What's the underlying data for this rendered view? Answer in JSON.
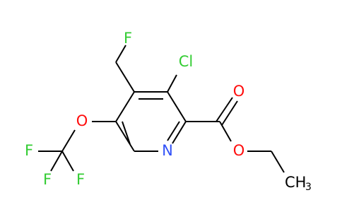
{
  "molecule": {
    "atoms": {
      "fluoromethyl_f": {
        "label": "F",
        "color": "#33cc33"
      },
      "chloro_cl": {
        "label": "Cl",
        "color": "#33cc33"
      },
      "carbonyl_o": {
        "label": "O",
        "color": "#ff0d0d"
      },
      "ether_o": {
        "label": "O",
        "color": "#ff0d0d"
      },
      "ethyl_ch3": {
        "label": "CH",
        "subscript": "3",
        "color": "#000000"
      },
      "ring_n": {
        "label": "N",
        "color": "#3050f8"
      },
      "ocf3_o": {
        "label": "O",
        "color": "#ff0d0d"
      },
      "cf3_f_top": {
        "label": "F",
        "color": "#33cc33"
      },
      "cf3_f_left": {
        "label": "F",
        "color": "#33cc33"
      },
      "cf3_f_right": {
        "label": "F",
        "color": "#33cc33"
      }
    },
    "bond_color": "#000000"
  }
}
